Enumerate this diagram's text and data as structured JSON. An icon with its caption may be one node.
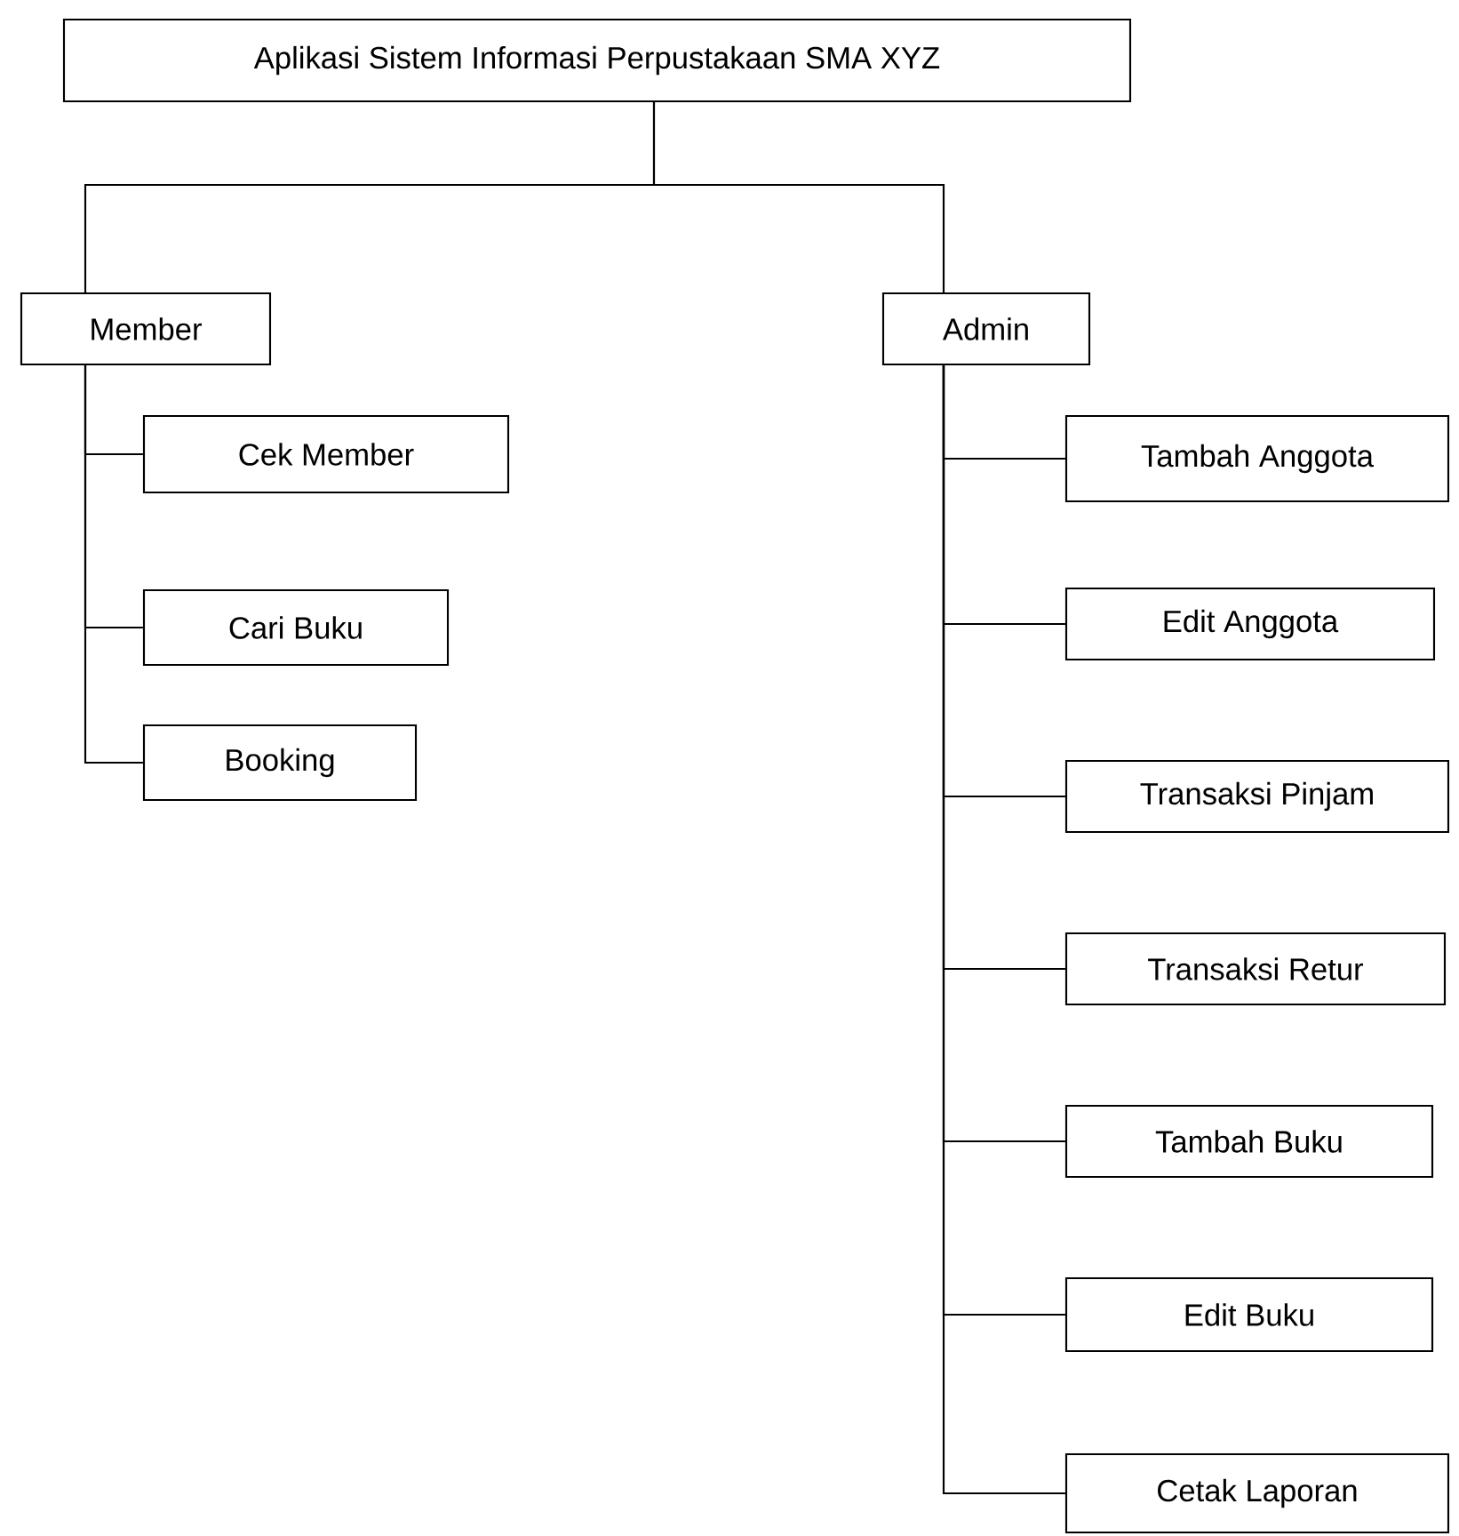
{
  "diagram": {
    "nodes": [
      {
        "text": [
          "Aplikasi Sistem Informasi Perpustakaan SMA XYZ"
        ]
      },
      {
        "text": [
          "Member"
        ]
      },
      {
        "text": [
          "Cek Member"
        ]
      },
      {
        "text": [
          "Cari Buku"
        ]
      },
      {
        "text": [
          "Booking"
        ]
      },
      {
        "text": [
          "Admin"
        ]
      },
      {
        "text": [
          "Tambah Anggota"
        ]
      },
      {
        "text": [
          "Edit Anggota"
        ]
      },
      {
        "text": [
          "Transaksi Pinjam"
        ]
      },
      {
        "text": [
          "Transaksi Retur"
        ]
      },
      {
        "text": [
          "Tambah Buku"
        ]
      },
      {
        "text": [
          "Edit Buku"
        ]
      },
      {
        "text": [
          "Cetak Laporan"
        ]
      }
    ],
    "edges": [
      {
        "from": 0,
        "to": 1,
        "arrow": "none"
      },
      {
        "from": 0,
        "to": 5,
        "arrow": "none"
      },
      {
        "from": 1,
        "to": 2,
        "arrow": "none"
      },
      {
        "from": 1,
        "to": 3,
        "arrow": "none"
      },
      {
        "from": 1,
        "to": 4,
        "arrow": "none"
      },
      {
        "from": 5,
        "to": 6,
        "arrow": "none"
      },
      {
        "from": 5,
        "to": 7,
        "arrow": "none"
      },
      {
        "from": 5,
        "to": 8,
        "arrow": "none"
      },
      {
        "from": 5,
        "to": 9,
        "arrow": "none"
      },
      {
        "from": 5,
        "to": 10,
        "arrow": "none"
      },
      {
        "from": 5,
        "to": 11,
        "arrow": "none"
      },
      {
        "from": 5,
        "to": 12,
        "arrow": "none"
      }
    ]
  }
}
